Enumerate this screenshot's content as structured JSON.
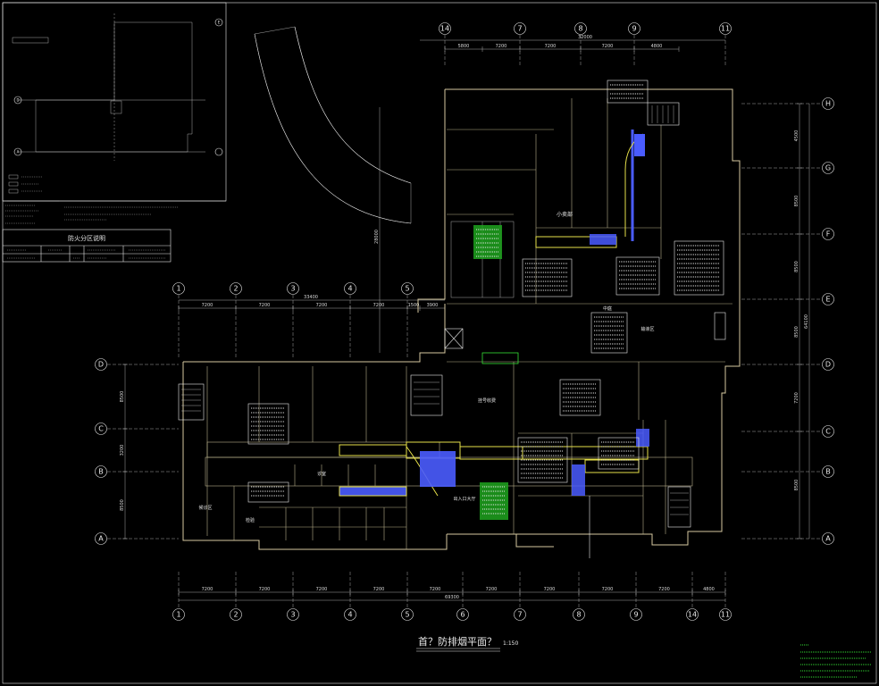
{
  "drawing": {
    "title": "首？防排烟平面？",
    "scale": "1:150"
  },
  "fire_zone_table": {
    "title": "防火分区说明"
  },
  "grid_axes": {
    "top": [
      "14",
      "7",
      "8",
      "9",
      "11"
    ],
    "bottom": [
      "1",
      "2",
      "3",
      "4",
      "5",
      "6",
      "7",
      "8",
      "9",
      "14",
      "11"
    ],
    "mid_row": [
      "1",
      "2",
      "3",
      "4",
      "5"
    ],
    "left": [
      "D",
      "C",
      "B",
      "A"
    ],
    "right": [
      "H",
      "G",
      "F",
      "E",
      "D",
      "C",
      "B",
      "A"
    ],
    "keyplan_left": [
      "D",
      "A"
    ],
    "keyplan_right": [
      "E"
    ]
  },
  "dimensions": {
    "top": [
      "5800",
      "7200",
      "7200",
      "7200",
      "4800"
    ],
    "top_total": "32000",
    "mid": [
      "7200",
      "7200",
      "7200",
      "7200",
      "1500",
      "3900"
    ],
    "mid_total": "33400",
    "bottom": [
      "7200",
      "7200",
      "7200",
      "7200",
      "7200",
      "7200",
      "7200",
      "7200",
      "7200",
      "4800"
    ],
    "bottom_total": "69300",
    "left_vertical": [
      "8500",
      "3200",
      "8500"
    ],
    "right_vertical": [
      "4500",
      "8500",
      "8500",
      "8500",
      "7200",
      "8500"
    ],
    "right_total": "64100",
    "vertical_mid": "28000"
  },
  "rooms": [
    {
      "label": "小卖部"
    },
    {
      "label": "中庭"
    },
    {
      "label": "输液区"
    },
    {
      "label": "出入口大厅"
    },
    {
      "label": "诊室"
    },
    {
      "label": "检验"
    },
    {
      "label": "候诊区"
    },
    {
      "label": "挂号收费"
    }
  ],
  "colors": {
    "background": "#000000",
    "wall": "#d6c9a0",
    "line": "#e8e8e8",
    "duct": "#e6e04a",
    "duct_fill": "#4a5cff",
    "highlight": "#35e035"
  }
}
